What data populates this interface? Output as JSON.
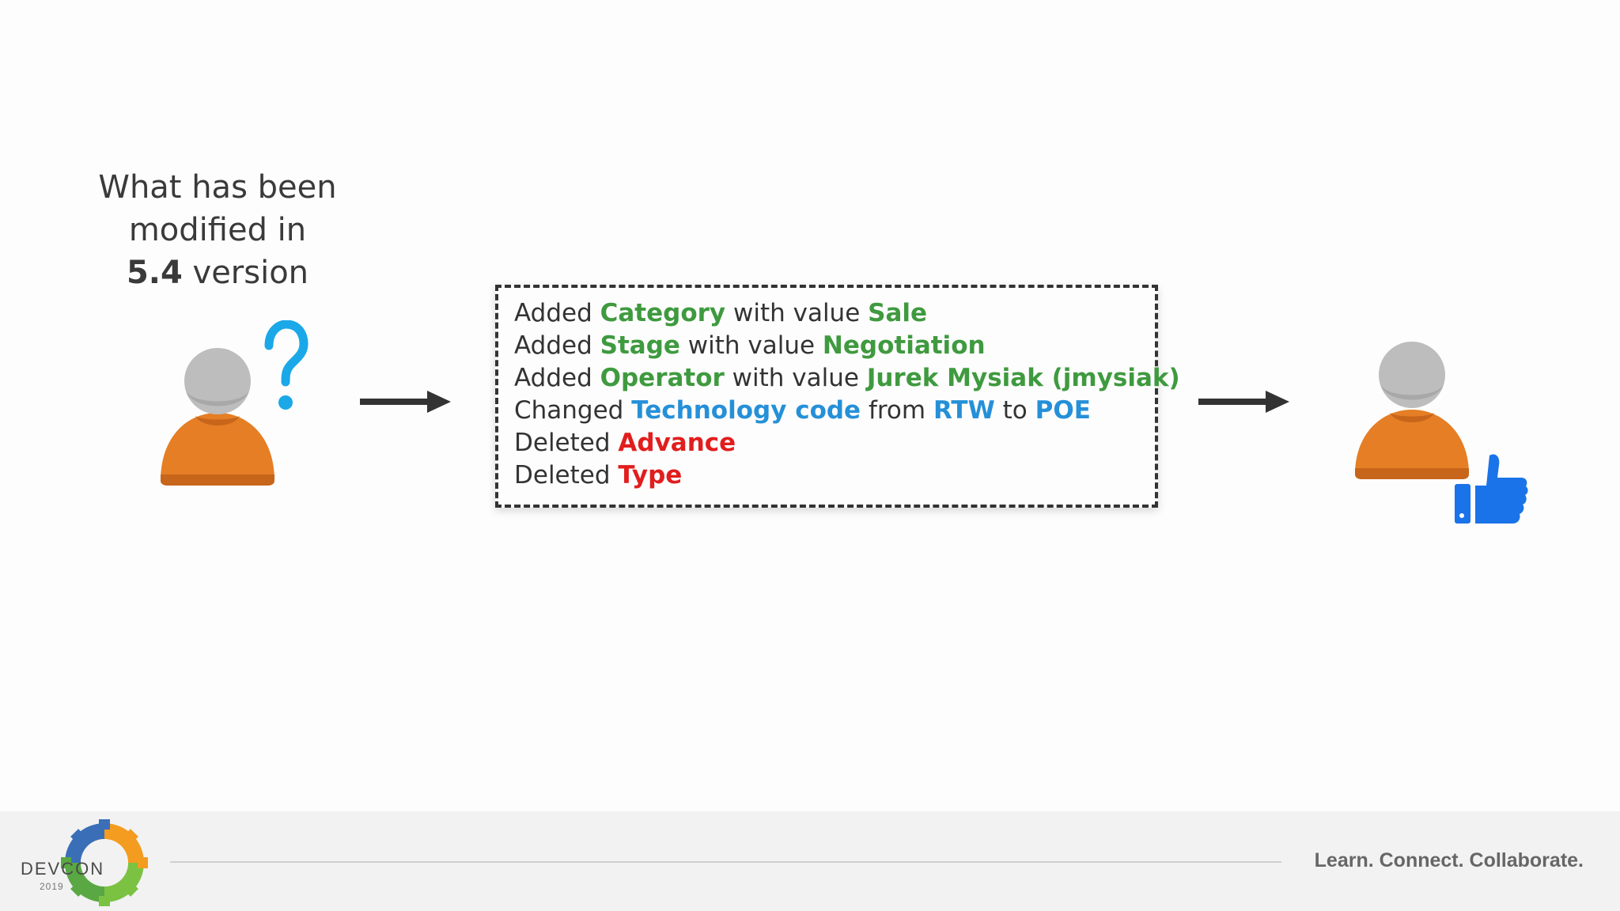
{
  "question": {
    "line1": "What has been",
    "line2": "modified in",
    "version": "5.4",
    "version_suffix": " version"
  },
  "changes": [
    {
      "parts": [
        {
          "t": "Added ",
          "s": "plain"
        },
        {
          "t": "Category",
          "s": "green"
        },
        {
          "t": " with value ",
          "s": "plain"
        },
        {
          "t": "Sale",
          "s": "green"
        }
      ]
    },
    {
      "parts": [
        {
          "t": "Added ",
          "s": "plain"
        },
        {
          "t": "Stage",
          "s": "green"
        },
        {
          "t": " with value ",
          "s": "plain"
        },
        {
          "t": "Negotiation",
          "s": "green"
        }
      ]
    },
    {
      "parts": [
        {
          "t": "Added ",
          "s": "plain"
        },
        {
          "t": "Operator",
          "s": "green"
        },
        {
          "t": " with value ",
          "s": "plain"
        },
        {
          "t": "Jurek Mysiak (jmysiak)",
          "s": "green"
        }
      ]
    },
    {
      "parts": [
        {
          "t": "Changed ",
          "s": "plain"
        },
        {
          "t": "Technology code",
          "s": "blue"
        },
        {
          "t": " from ",
          "s": "plain"
        },
        {
          "t": "RTW",
          "s": "blue"
        },
        {
          "t": " to ",
          "s": "plain"
        },
        {
          "t": "POE",
          "s": "blue"
        }
      ]
    },
    {
      "parts": [
        {
          "t": "Deleted ",
          "s": "plain"
        },
        {
          "t": "Advance",
          "s": "red"
        }
      ]
    },
    {
      "parts": [
        {
          "t": "Deleted ",
          "s": "plain"
        },
        {
          "t": "Type",
          "s": "red"
        }
      ]
    }
  ],
  "colors": {
    "added": "#3f9a3f",
    "changed": "#2590d8",
    "deleted": "#e21d1d",
    "person_body": "#e57e25",
    "person_head": "#bdbdbd",
    "question_mark": "#1aa8e8",
    "thumb": "#1a73e8"
  },
  "icons": {
    "left_person": "confused-user-icon",
    "question": "question-mark-icon",
    "arrows": "right-arrow-icon",
    "right_person": "happy-user-icon",
    "thumb": "thumbs-up-icon"
  },
  "footer": {
    "logo_text": "DEVCON",
    "logo_year": "2019",
    "tagline": "Learn. Connect. Collaborate."
  }
}
